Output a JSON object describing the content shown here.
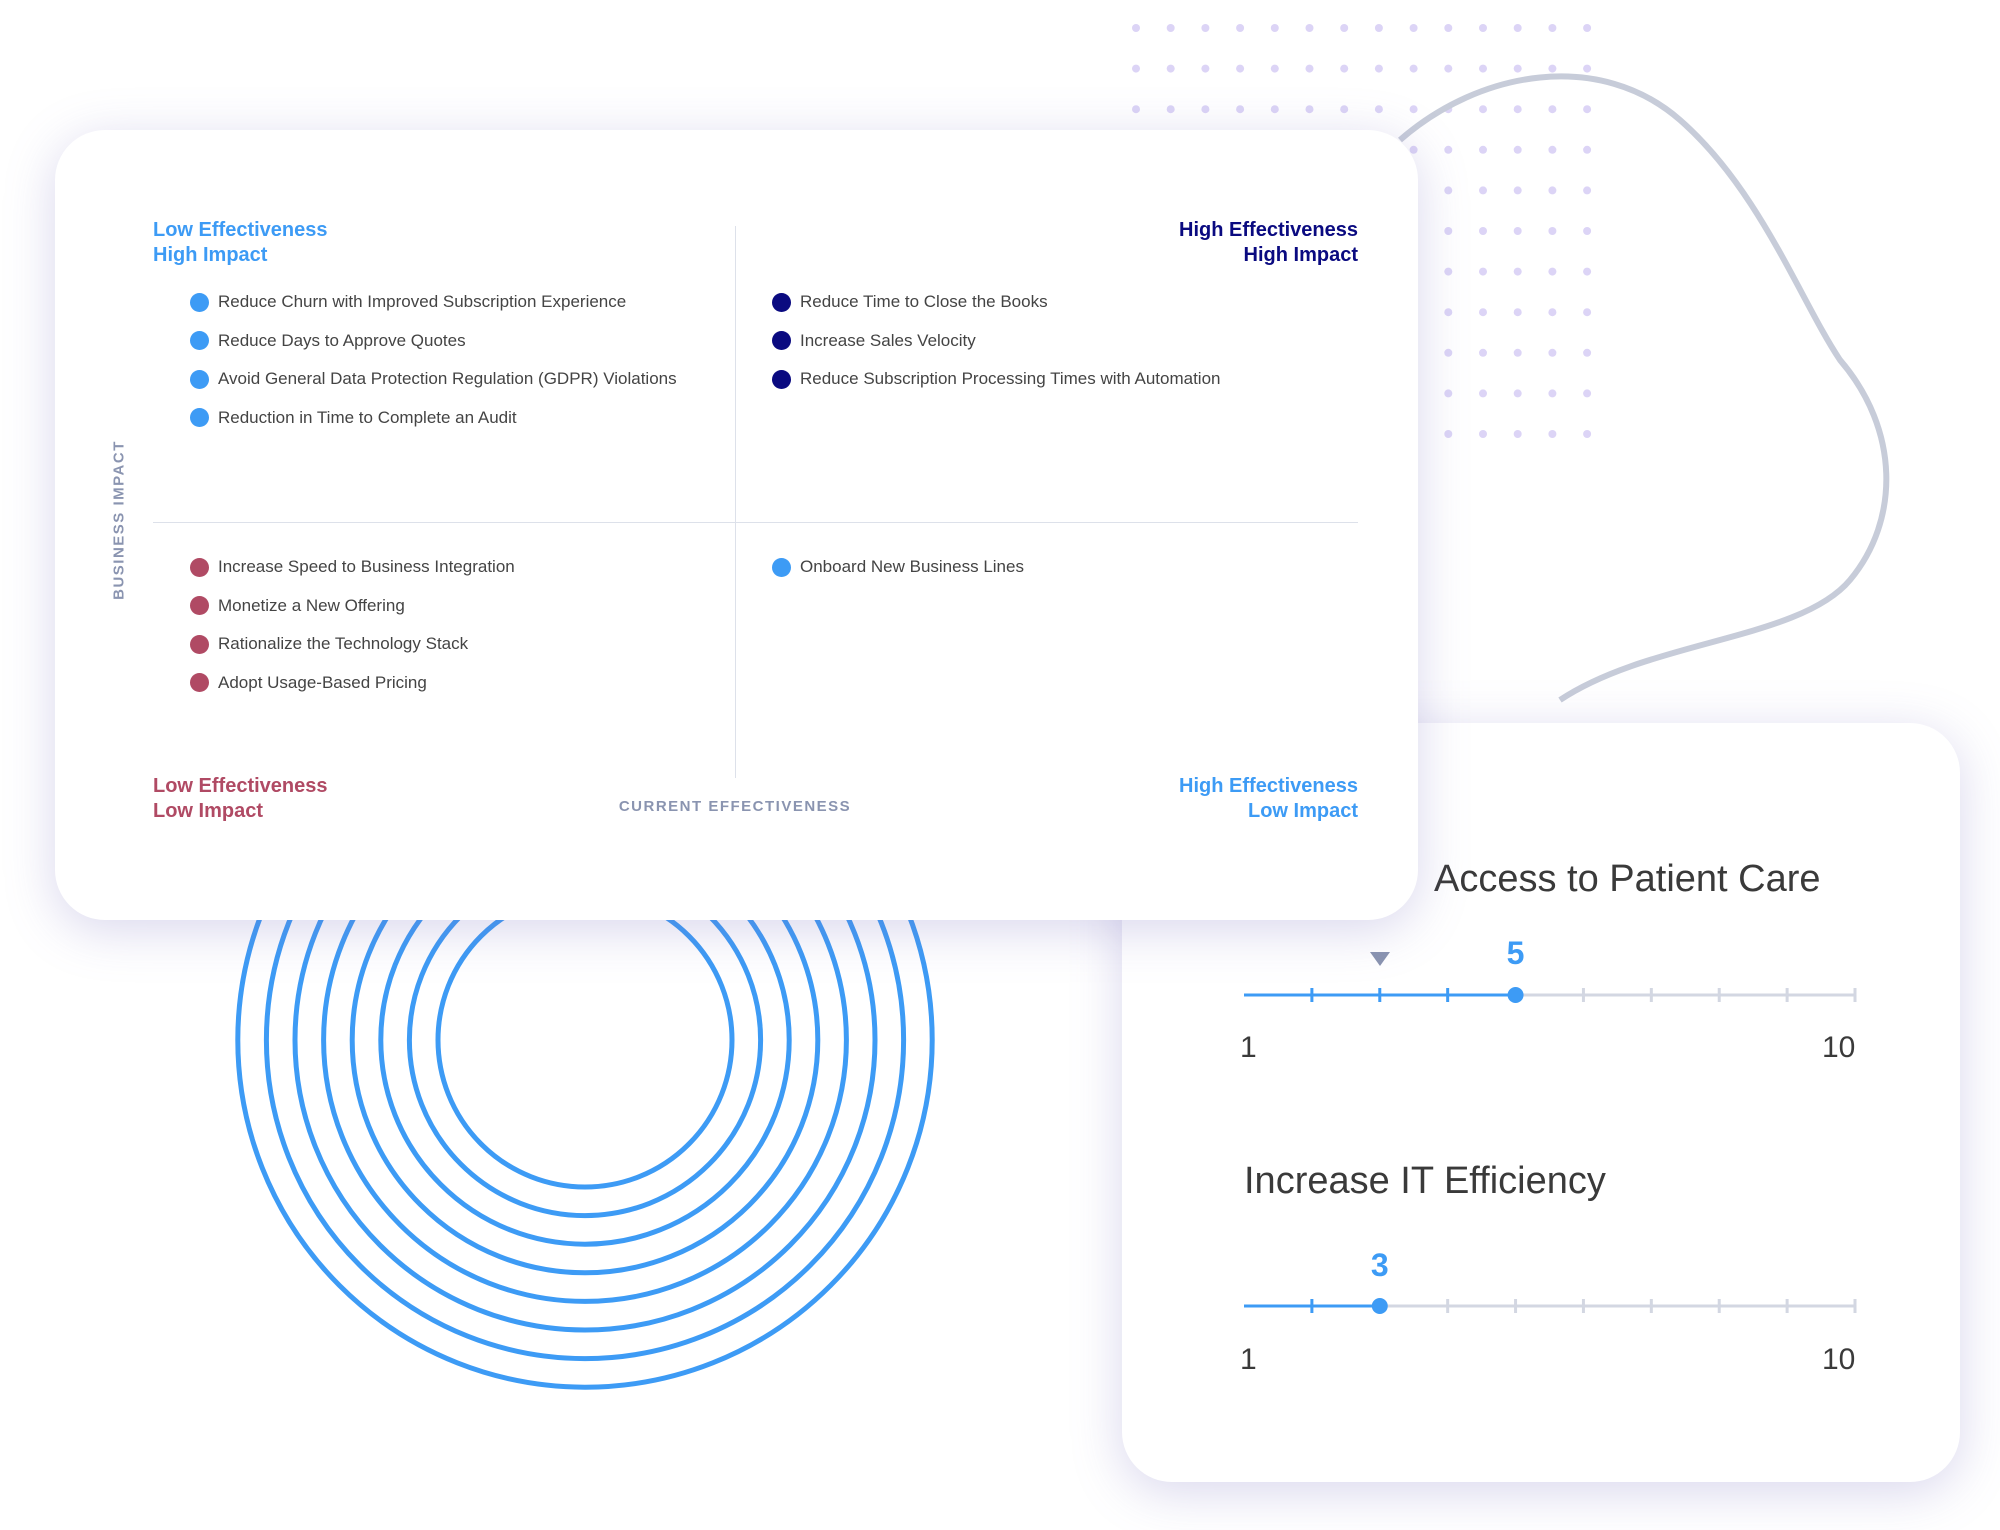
{
  "colors": {
    "high_low_eff": "#3d9bf5",
    "high_high": "#0a0a80",
    "low_low": "#b04a64",
    "axis": "#8a94b0"
  },
  "matrix": {
    "y_axis_label": "BUSINESS IMPACT",
    "x_axis_label": "CURRENT EFFECTIVENESS",
    "quadrants": {
      "top_left": {
        "line1": "Low Effectiveness",
        "line2": "High Impact",
        "items": [
          "Reduce Churn with Improved Subscription Experience",
          "Reduce Days to Approve Quotes",
          "Avoid General Data Protection Regulation (GDPR) Violations",
          "Reduction in Time to Complete an Audit"
        ]
      },
      "top_right": {
        "line1": "High Effectiveness",
        "line2": "High Impact",
        "items": [
          "Reduce Time to Close the Books",
          "Increase Sales Velocity",
          "Reduce Subscription Processing Times with Automation"
        ]
      },
      "bottom_left": {
        "line1": "Low Effectiveness",
        "line2": "Low Impact",
        "items": [
          "Increase Speed to Business Integration",
          "Monetize a New Offering",
          "Rationalize the Technology Stack",
          "Adopt Usage-Based Pricing"
        ]
      },
      "bottom_right": {
        "line1": "High Effectiveness",
        "line2": "Low Impact",
        "items": [
          "Onboard New Business Lines"
        ]
      }
    }
  },
  "sliders": [
    {
      "title": "Access to Patient Care",
      "value": 5,
      "value_label": "5",
      "marker": 3,
      "min": 1,
      "max": 10,
      "min_label": "1",
      "max_label": "10"
    },
    {
      "title": "Increase IT Efficiency",
      "value": 3,
      "value_label": "3",
      "min": 1,
      "max": 10,
      "min_label": "1",
      "max_label": "10"
    }
  ]
}
